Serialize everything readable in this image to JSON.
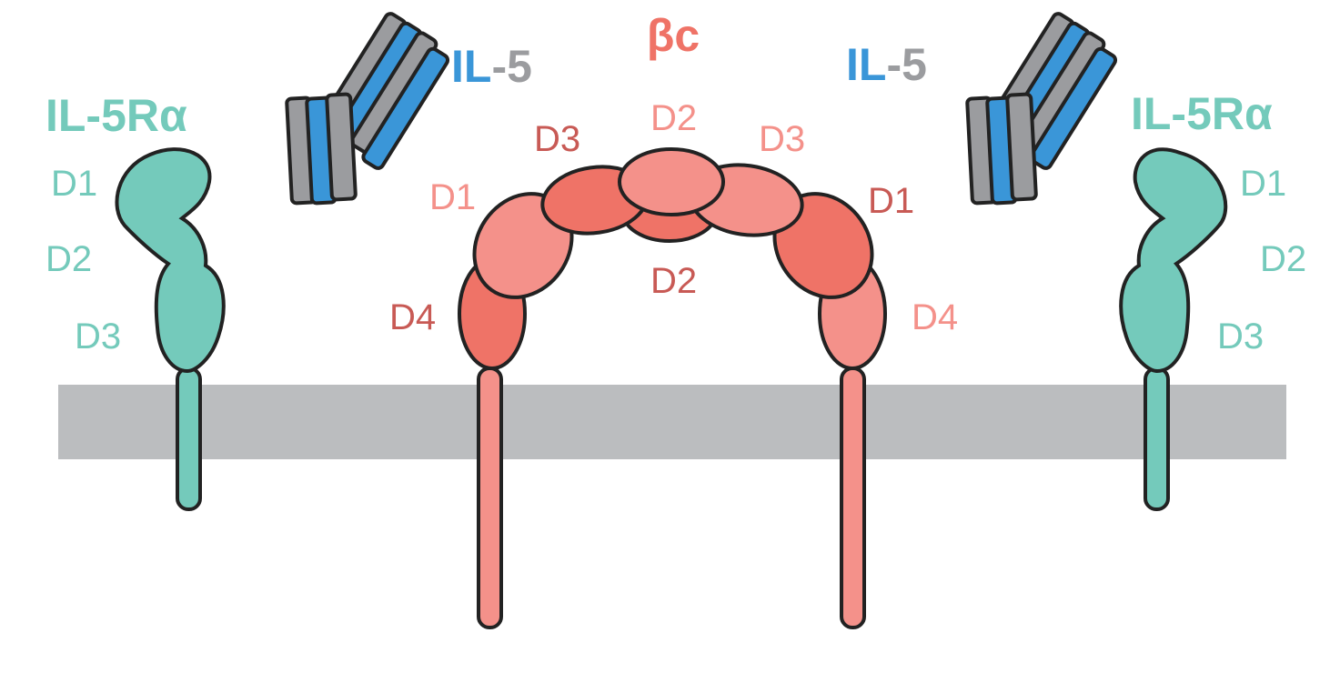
{
  "colors": {
    "membrane": "#bbbdbf",
    "receptor_alpha": "#74cabb",
    "beta_light": "#f4918a",
    "beta_dark": "#ef7367",
    "beta_label_dark": "#c85a55",
    "il5_blue": "#3a96d8",
    "il5_gray": "#9b9c9f",
    "outline": "#222222"
  },
  "labels": {
    "beta_c": "βc",
    "il5_left": {
      "il": "IL",
      "dash5": "-5"
    },
    "il5_right": {
      "il": "IL",
      "dash5": "-5"
    },
    "il5ra_left": "IL-5Rα",
    "il5ra_right": "IL-5Rα",
    "alpha_left_domains": [
      "D1",
      "D2",
      "D3"
    ],
    "alpha_right_domains": [
      "D1",
      "D2",
      "D3"
    ],
    "beta_domains": {
      "left_d3": "D3",
      "top_d2": "D2",
      "right_d3": "D3",
      "left_d1": "D1",
      "right_d1": "D1",
      "middle_d2": "D2",
      "left_d4": "D4",
      "right_d4": "D4"
    }
  }
}
